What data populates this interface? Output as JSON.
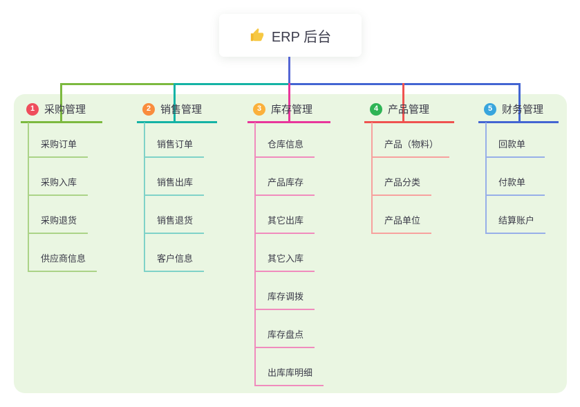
{
  "root": {
    "label": "ERP 后台",
    "icon": "thumbs-up-icon"
  },
  "colors": {
    "panel_bg": "#eaf6e2",
    "root_connector": "#5566d4",
    "text": "#3a3a48"
  },
  "branches": [
    {
      "index": "1",
      "label": "采购管理",
      "badge_color": "#ef4d5c",
      "line_color": "#7cb93f",
      "light_color": "#abd387",
      "children": [
        "采购订单",
        "采购入库",
        "采购退货",
        "供应商信息"
      ]
    },
    {
      "index": "2",
      "label": "销售管理",
      "badge_color": "#f98c3d",
      "line_color": "#14b3a5",
      "light_color": "#7fd2c8",
      "children": [
        "销售订单",
        "销售出库",
        "销售退货",
        "客户信息"
      ]
    },
    {
      "index": "3",
      "label": "库存管理",
      "badge_color": "#fbb03b",
      "line_color": "#e8369b",
      "light_color": "#f08bbd",
      "children": [
        "仓库信息",
        "产品库存",
        "其它出库",
        "其它入库",
        "库存调拨",
        "库存盘点",
        "出库库明细"
      ]
    },
    {
      "index": "4",
      "label": "产品管理",
      "badge_color": "#2fb456",
      "line_color": "#ef5350",
      "light_color": "#f7a19e",
      "children": [
        "产品（物料）",
        "产品分类",
        "产品单位"
      ]
    },
    {
      "index": "5",
      "label": "财务管理",
      "badge_color": "#38a5dd",
      "line_color": "#4365d2",
      "light_color": "#97afe8",
      "children": [
        "回款单",
        "付款单",
        "结算账户"
      ]
    }
  ]
}
